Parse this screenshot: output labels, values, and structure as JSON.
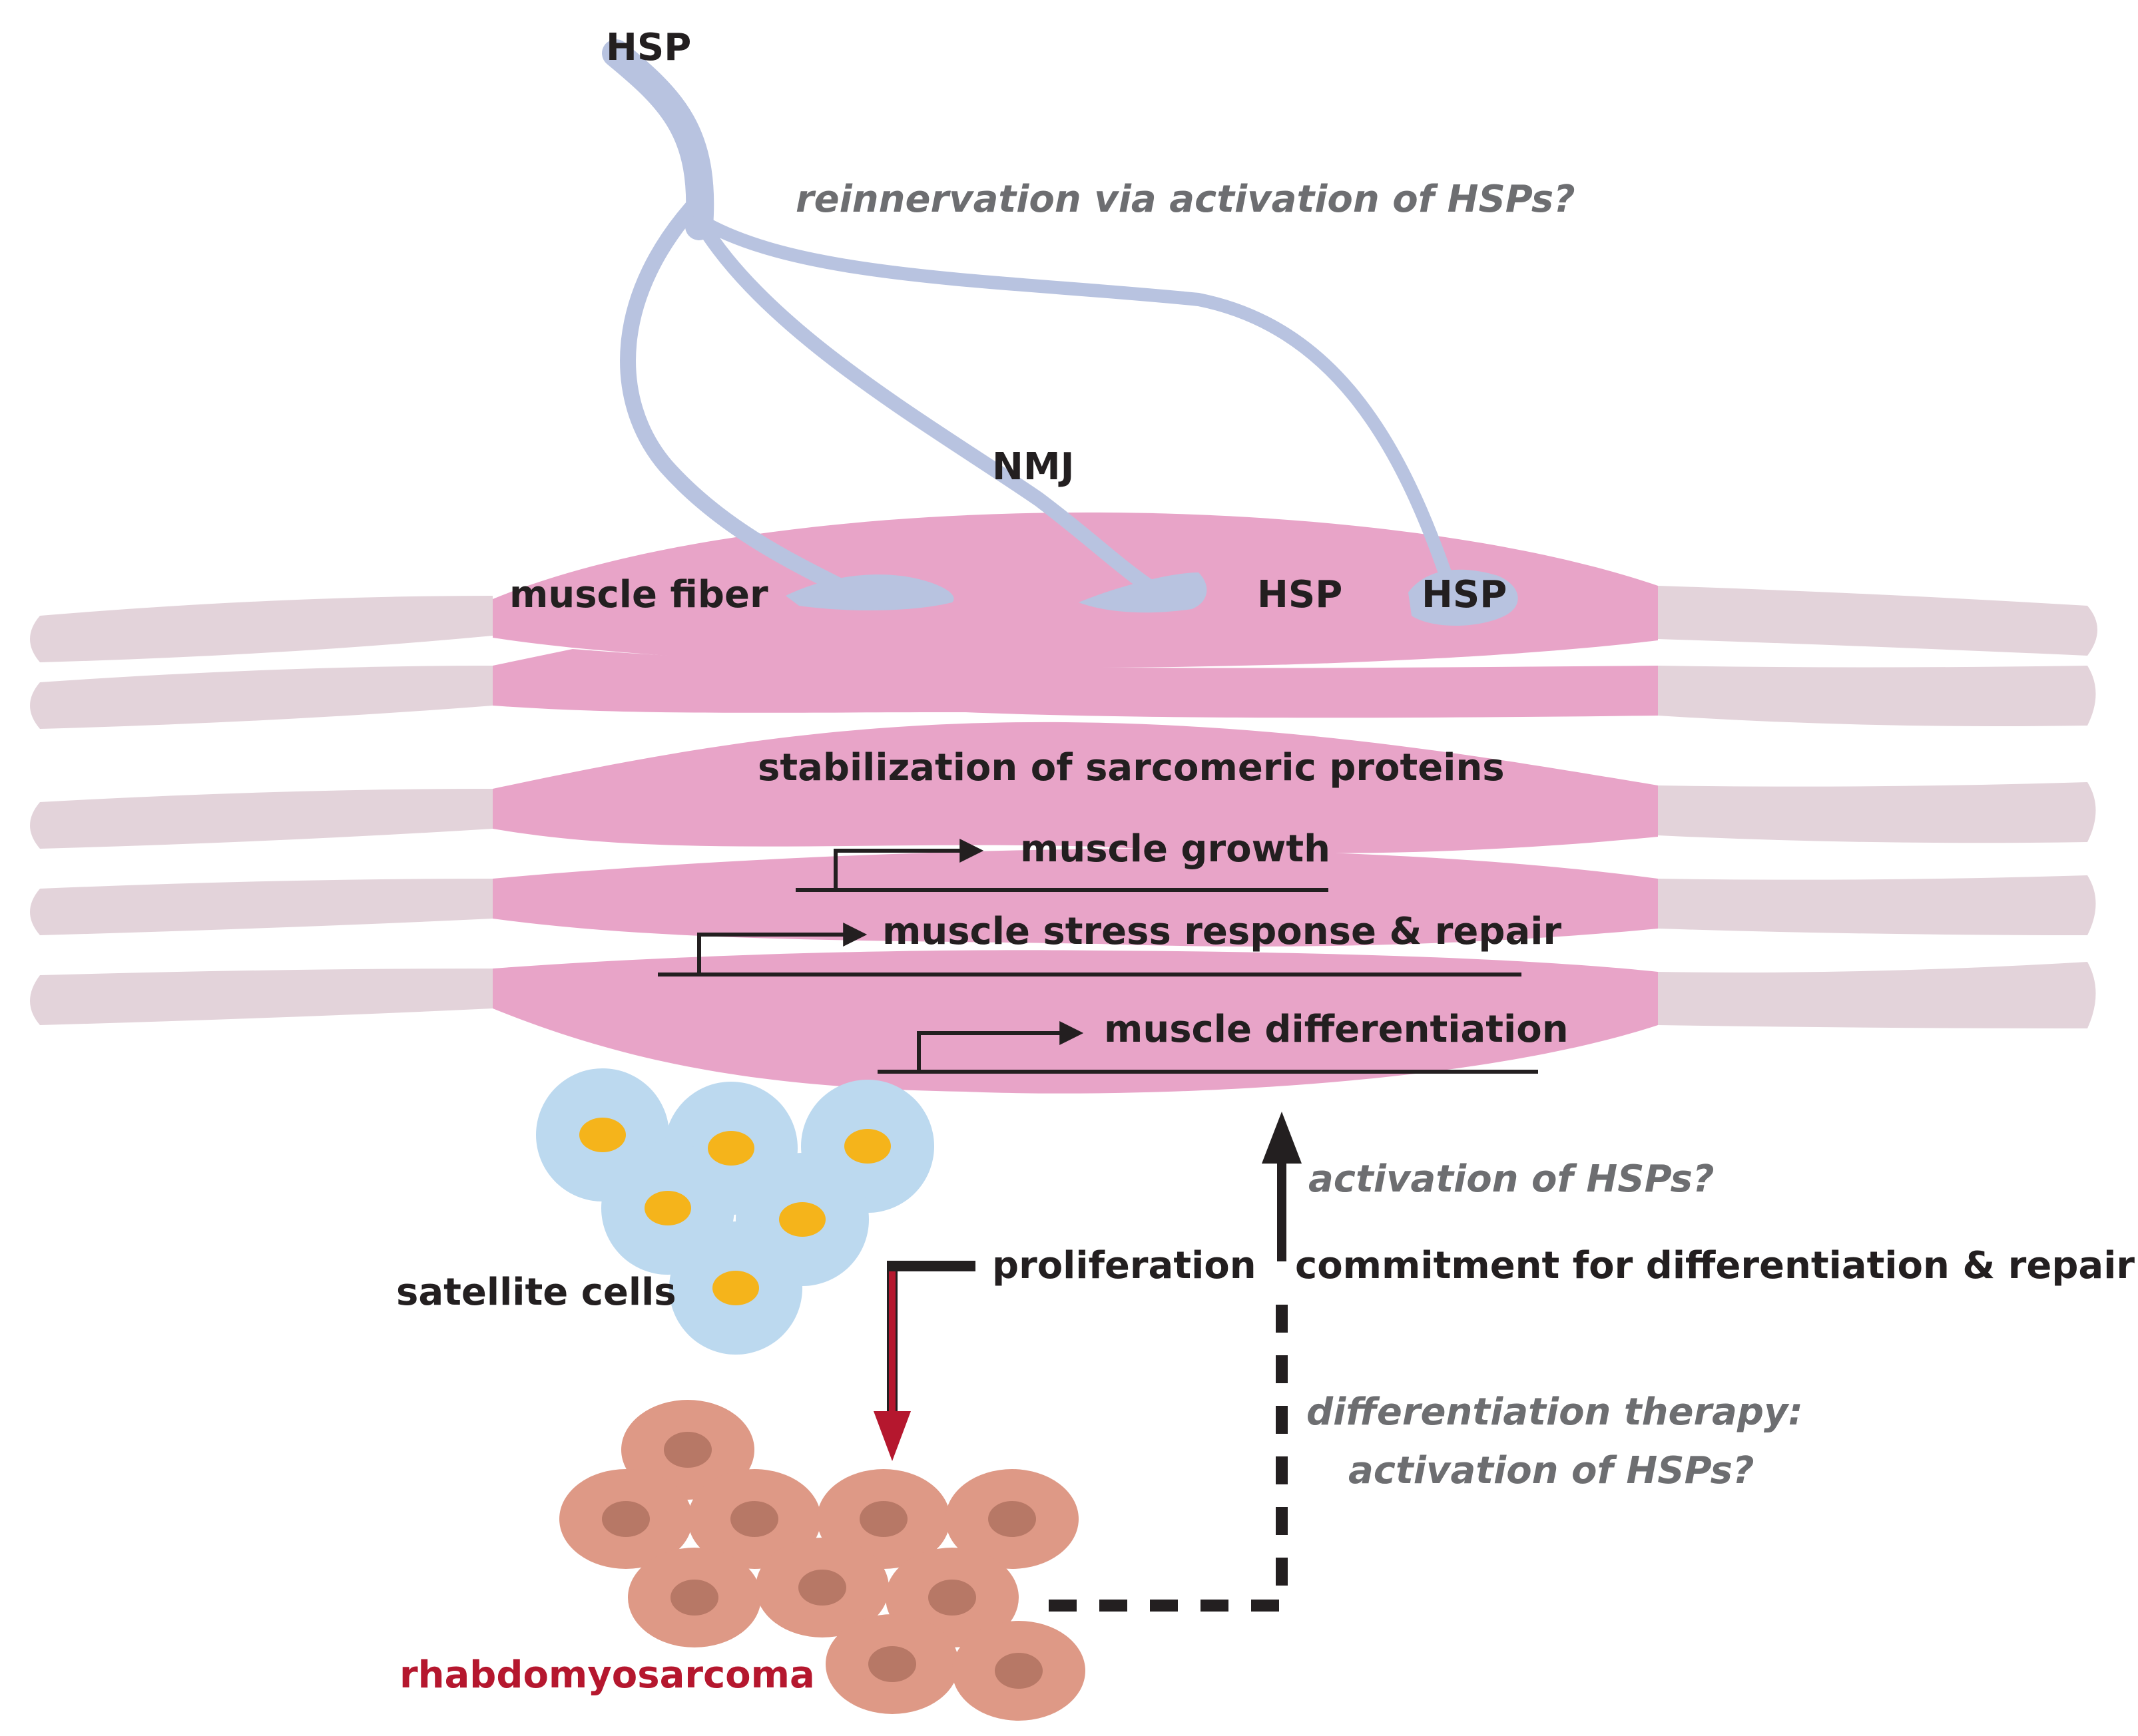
{
  "labels": {
    "hsp_top": "HSP",
    "reinnervation": "reinnervation via activation of HSPs?",
    "nmj": "NMJ",
    "muscle_fiber": "muscle fiber",
    "hsp_fiber_1": "HSP",
    "hsp_fiber_2": "HSP",
    "stabilization": "stabilization of sarcomeric proteins",
    "muscle_growth": "muscle growth",
    "stress_response": "muscle stress response & repair",
    "differentiation": "muscle differentiation",
    "activation_hsps": "activation of HSPs?",
    "satellite_cells": "satellite cells",
    "proliferation": "proliferation",
    "commitment": "commitment for differentiation & repair",
    "therapy_line1": "differentiation therapy:",
    "therapy_line2": "activation of HSPs?",
    "rhabdomyosarcoma": "rhabdomyosarcoma"
  },
  "colors": {
    "muscle": "#e8a4c8",
    "tendon": "#e3d3da",
    "nerve": "#b8c3e0",
    "satellite_cell": "#bcd9ef",
    "satellite_nucleus": "#f5b41b",
    "tumor_cell": "#de9986",
    "tumor_nucleus": "#b77866",
    "red_arrow": "#b5172e",
    "text": "#231f20",
    "italic_text": "#6d6e71"
  }
}
